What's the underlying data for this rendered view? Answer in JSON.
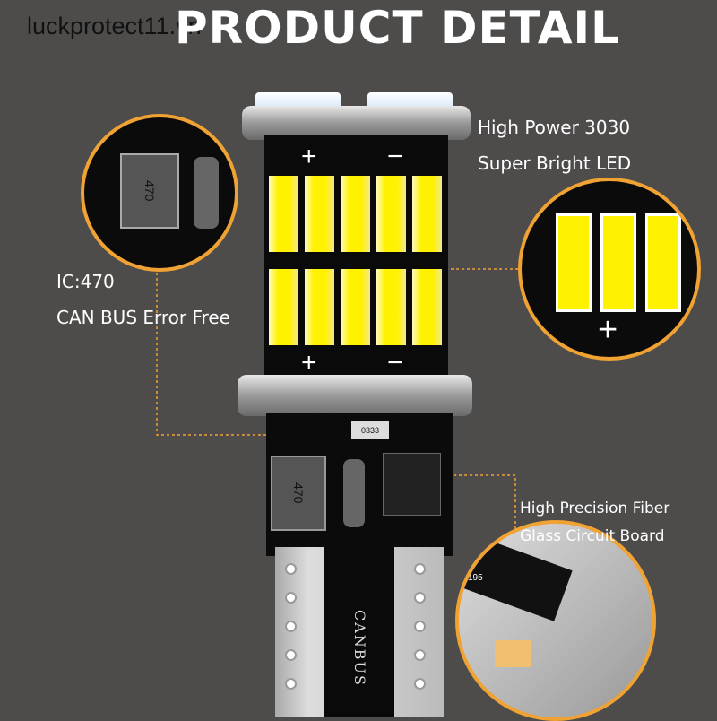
{
  "header": {
    "title": "PRODUCT DETAIL",
    "watermark": "luckprotect11.vn"
  },
  "callouts": {
    "led": [
      "High Power 3030",
      "Super Bright LED"
    ],
    "ic": [
      "IC:470",
      "CAN BUS Error Free"
    ],
    "board": [
      "High Precision Fiber",
      "Glass Circuit Board"
    ]
  },
  "bulb": {
    "chip_label": "470",
    "resistor_label": "0333",
    "base_label": "CANBUS",
    "plus": "+",
    "minus": "−",
    "detail_label": "195"
  },
  "colors": {
    "background": "#4e4c4b",
    "accent": "#f0a233",
    "led": "#fff200"
  }
}
